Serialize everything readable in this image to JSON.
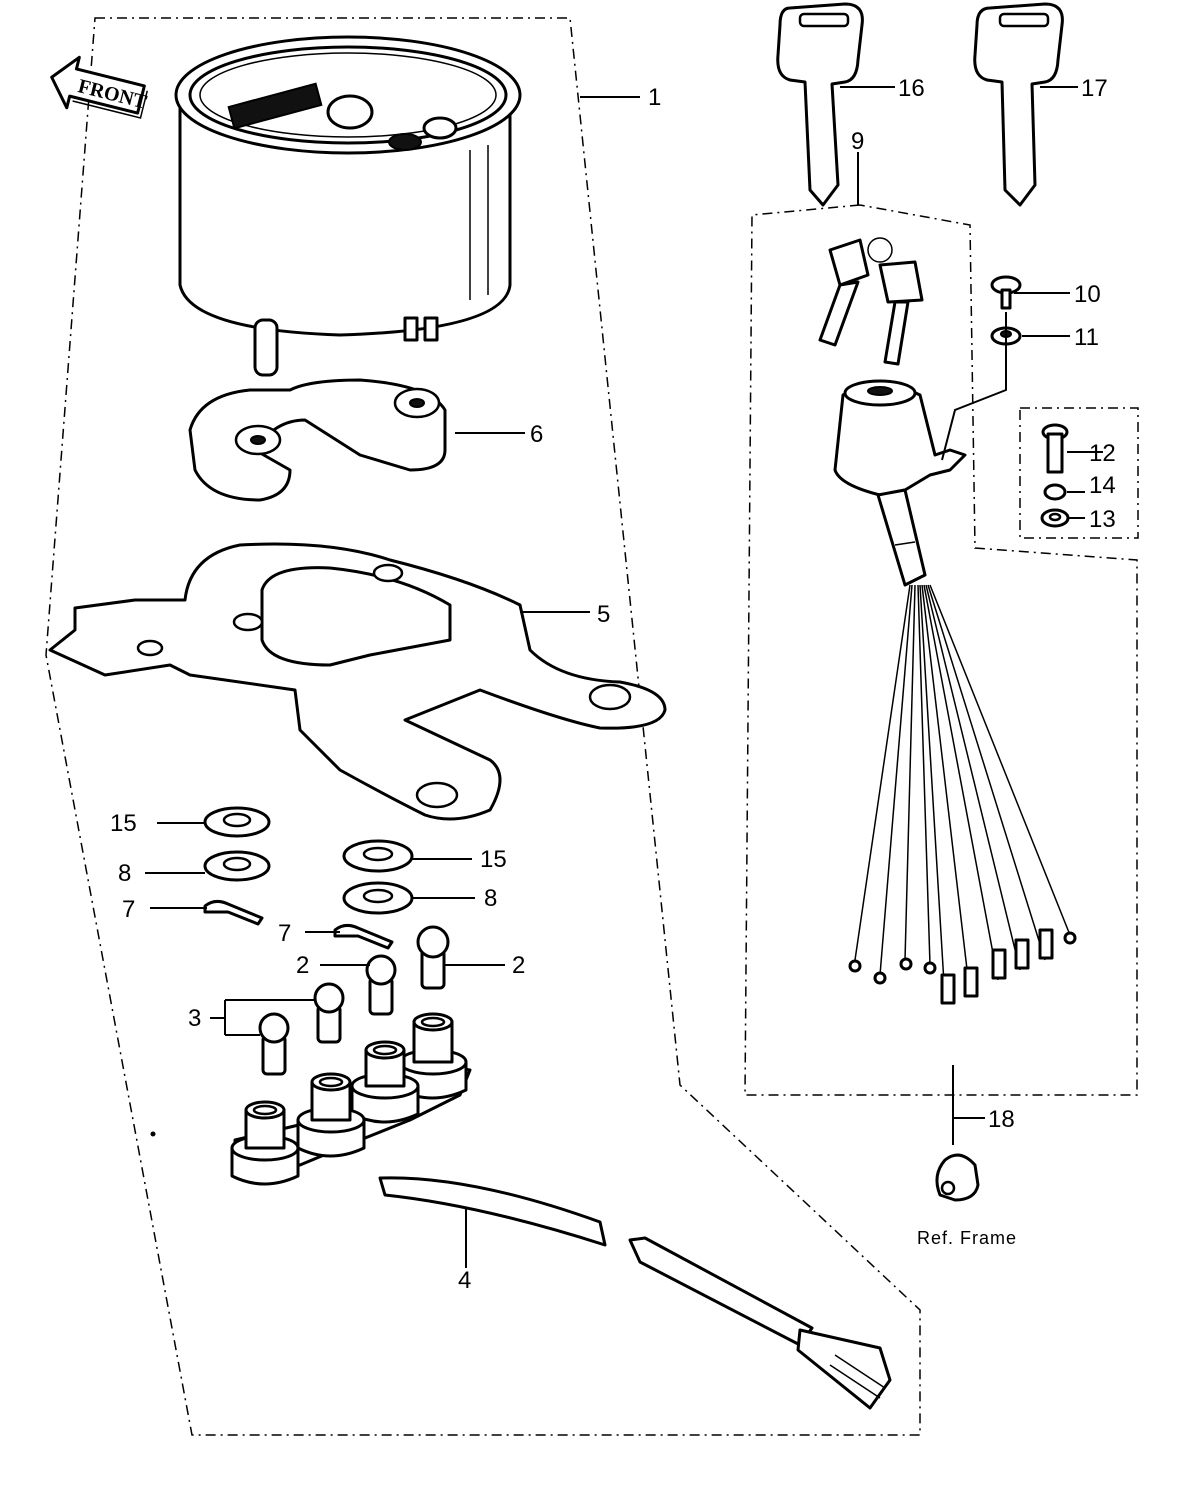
{
  "diagram": {
    "front_label": "FRONT",
    "ref_label": "Ref. Frame",
    "callouts": {
      "c1": "1",
      "c2a": "2",
      "c2b": "2",
      "c3": "3",
      "c4": "4",
      "c5": "5",
      "c6": "6",
      "c7a": "7",
      "c7b": "7",
      "c8a": "8",
      "c8b": "8",
      "c9": "9",
      "c10": "10",
      "c11": "11",
      "c12": "12",
      "c13": "13",
      "c14": "14",
      "c15a": "15",
      "c15b": "15",
      "c16": "16",
      "c17": "17",
      "c18": "18"
    }
  }
}
